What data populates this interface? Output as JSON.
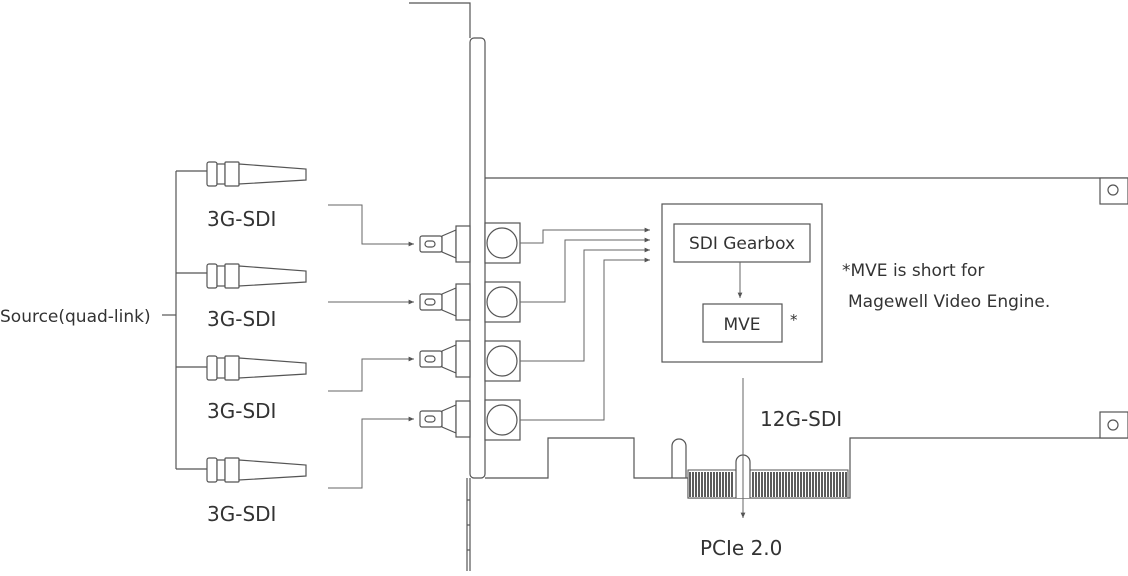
{
  "source_label": "Source(quad-link)",
  "cable_labels": [
    "3G-SDI",
    "3G-SDI",
    "3G-SDI",
    "3G-SDI"
  ],
  "gearbox_label": "SDI Gearbox",
  "mve_label": "MVE",
  "mve_asterisk": "*",
  "note": {
    "line1": "*MVE is short for",
    "line2": "Magewell Video Engine."
  },
  "output_label": "12G-SDI",
  "bus_label": "PCIe 2.0"
}
